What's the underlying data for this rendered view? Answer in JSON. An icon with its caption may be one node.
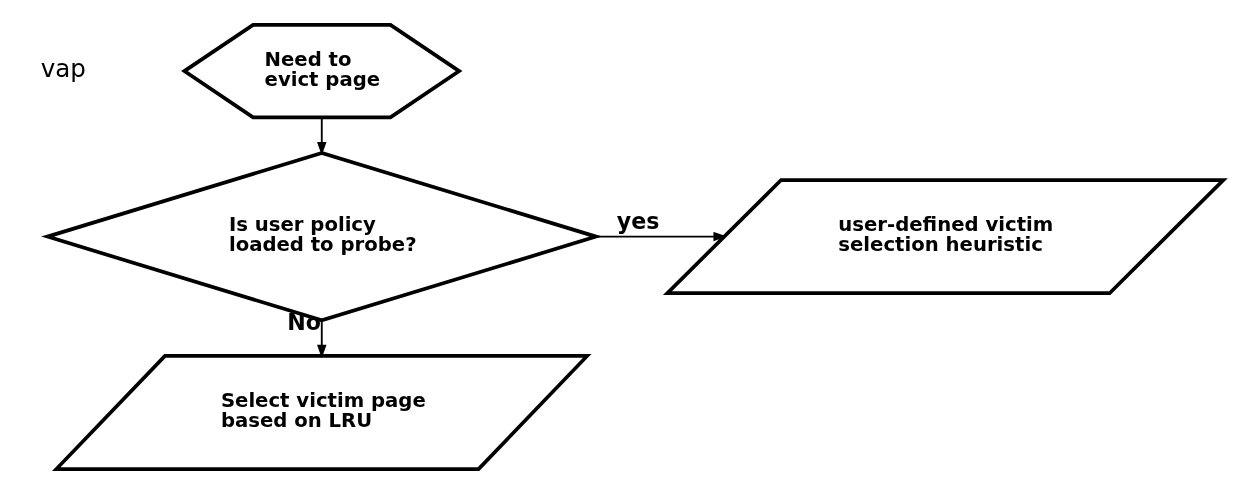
{
  "diagram": {
    "nodes": [
      {
        "text": [
          "Need to evict page"
        ]
      },
      {
        "text": [
          "Is user policy loaded to probe?"
        ]
      },
      {
        "text": [
          "user-defined victim selection heuristic"
        ]
      },
      {
        "text": [
          "Select victim page based on LRU"
        ]
      }
    ],
    "edges": [
      {
        "from": 0,
        "to": 1,
        "arrow": "to"
      },
      {
        "from": 1,
        "to": 2,
        "arrow": "to",
        "label": "yes"
      },
      {
        "from": 1,
        "to": 3,
        "arrow": "to",
        "label": "No"
      }
    ],
    "labels": [
      "vap"
    ]
  }
}
